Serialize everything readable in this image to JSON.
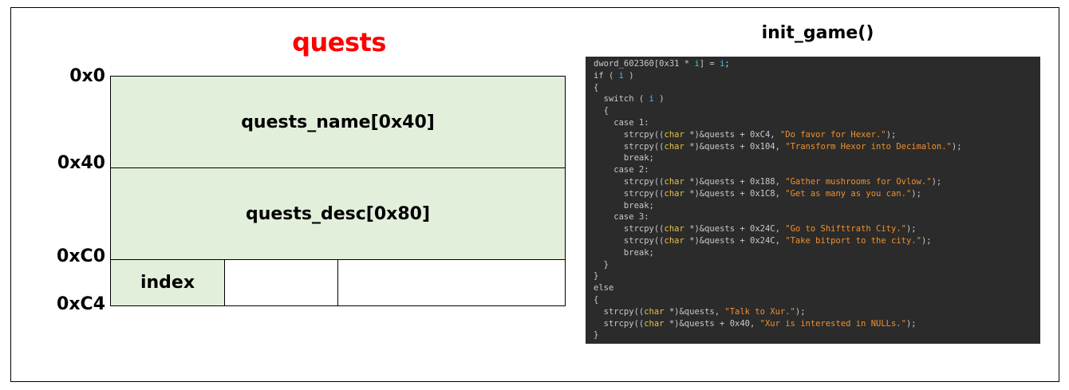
{
  "diagram": {
    "struct_title": "quests",
    "code_title": "init_game()",
    "offsets": [
      "0x0",
      "0x40",
      "0xC0",
      "0xC4"
    ],
    "fields": {
      "name": "quests_name[0x40]",
      "desc": "quests_desc[0x80]",
      "index": "index"
    }
  },
  "code": {
    "lines": [
      [
        {
          "t": "dword_602360[0x31 * ",
          "c": "plain"
        },
        {
          "t": "i",
          "c": "var"
        },
        {
          "t": "] = ",
          "c": "plain"
        },
        {
          "t": "i",
          "c": "var"
        },
        {
          "t": ";",
          "c": "plain"
        }
      ],
      [
        {
          "t": "if ( ",
          "c": "plain"
        },
        {
          "t": "i",
          "c": "var"
        },
        {
          "t": " )",
          "c": "plain"
        }
      ],
      [
        {
          "t": "{",
          "c": "plain"
        }
      ],
      [
        {
          "t": "  switch ( ",
          "c": "plain"
        },
        {
          "t": "i",
          "c": "var"
        },
        {
          "t": " )",
          "c": "plain"
        }
      ],
      [
        {
          "t": "  {",
          "c": "plain"
        }
      ],
      [
        {
          "t": "    case 1:",
          "c": "plain"
        }
      ],
      [
        {
          "t": "      strcpy((",
          "c": "plain"
        },
        {
          "t": "char",
          "c": "type"
        },
        {
          "t": " *)&quests + 0xC4, ",
          "c": "plain"
        },
        {
          "t": "\"Do favor for Hexer.\"",
          "c": "str"
        },
        {
          "t": ");",
          "c": "plain"
        }
      ],
      [
        {
          "t": "      strcpy((",
          "c": "plain"
        },
        {
          "t": "char",
          "c": "type"
        },
        {
          "t": " *)&quests + 0x104, ",
          "c": "plain"
        },
        {
          "t": "\"Transform Hexor into Decimalon.\"",
          "c": "str"
        },
        {
          "t": ");",
          "c": "plain"
        }
      ],
      [
        {
          "t": "      break;",
          "c": "plain"
        }
      ],
      [
        {
          "t": "    case 2:",
          "c": "plain"
        }
      ],
      [
        {
          "t": "      strcpy((",
          "c": "plain"
        },
        {
          "t": "char",
          "c": "type"
        },
        {
          "t": " *)&quests + 0x188, ",
          "c": "plain"
        },
        {
          "t": "\"Gather mushrooms for Ovlow.\"",
          "c": "str"
        },
        {
          "t": ");",
          "c": "plain"
        }
      ],
      [
        {
          "t": "      strcpy((",
          "c": "plain"
        },
        {
          "t": "char",
          "c": "type"
        },
        {
          "t": " *)&quests + 0x1C8, ",
          "c": "plain"
        },
        {
          "t": "\"Get as many as you can.\"",
          "c": "str"
        },
        {
          "t": ");",
          "c": "plain"
        }
      ],
      [
        {
          "t": "      break;",
          "c": "plain"
        }
      ],
      [
        {
          "t": "    case 3:",
          "c": "plain"
        }
      ],
      [
        {
          "t": "      strcpy((",
          "c": "plain"
        },
        {
          "t": "char",
          "c": "type"
        },
        {
          "t": " *)&quests + 0x24C, ",
          "c": "plain"
        },
        {
          "t": "\"Go to Shifttrath City.\"",
          "c": "str"
        },
        {
          "t": ");",
          "c": "plain"
        }
      ],
      [
        {
          "t": "      strcpy((",
          "c": "plain"
        },
        {
          "t": "char",
          "c": "type"
        },
        {
          "t": " *)&quests + 0x24C, ",
          "c": "plain"
        },
        {
          "t": "\"Take bitport to the city.\"",
          "c": "str"
        },
        {
          "t": ");",
          "c": "plain"
        }
      ],
      [
        {
          "t": "      break;",
          "c": "plain"
        }
      ],
      [
        {
          "t": "  }",
          "c": "plain"
        }
      ],
      [
        {
          "t": "}",
          "c": "plain"
        }
      ],
      [
        {
          "t": "else",
          "c": "plain"
        }
      ],
      [
        {
          "t": "{",
          "c": "plain"
        }
      ],
      [
        {
          "t": "  strcpy((",
          "c": "plain"
        },
        {
          "t": "char",
          "c": "type"
        },
        {
          "t": " *)&quests, ",
          "c": "plain"
        },
        {
          "t": "\"Talk to Xur.\"",
          "c": "str"
        },
        {
          "t": ");",
          "c": "plain"
        }
      ],
      [
        {
          "t": "  strcpy((",
          "c": "plain"
        },
        {
          "t": "char",
          "c": "type"
        },
        {
          "t": " *)&quests + 0x40, ",
          "c": "plain"
        },
        {
          "t": "\"Xur is interested in NULLs.\"",
          "c": "str"
        },
        {
          "t": ");",
          "c": "plain"
        }
      ],
      [
        {
          "t": "}",
          "c": "plain"
        }
      ]
    ]
  }
}
